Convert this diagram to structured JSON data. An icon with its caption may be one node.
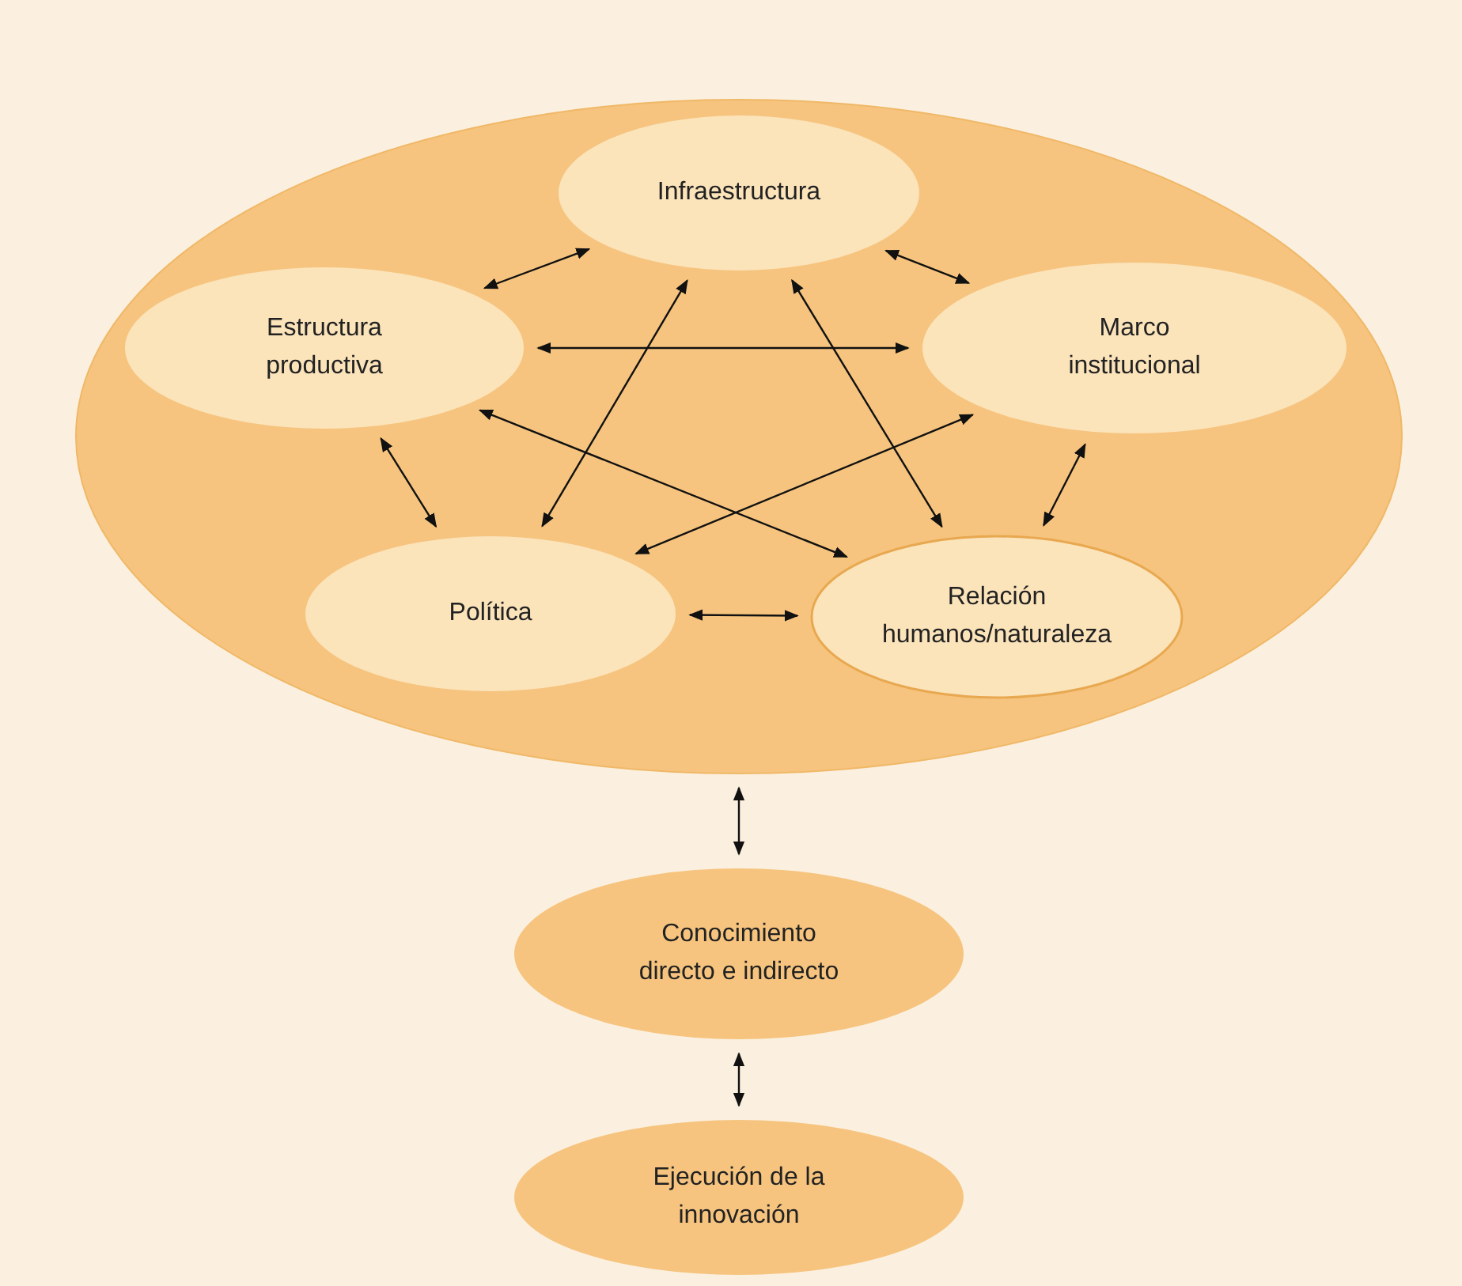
{
  "diagram": {
    "nodes": [
      {
        "text": [],
        "shape": "ellipse"
      },
      {
        "text": [
          "Infraestructura"
        ],
        "in": 0
      },
      {
        "text": [
          "Estructura productiva"
        ],
        "in": 0
      },
      {
        "text": [
          "Marco institucional"
        ],
        "in": 0
      },
      {
        "text": [
          "Política"
        ],
        "in": 0
      },
      {
        "text": [
          "Relación humanos/naturaleza"
        ],
        "in": 0
      },
      {
        "text": [
          "Conocimiento directo e indirecto"
        ]
      },
      {
        "text": [
          "Ejecución de la innovación"
        ]
      }
    ],
    "edges": [
      {
        "from": 1,
        "to": 2,
        "arrow": "both"
      },
      {
        "from": 1,
        "to": 3,
        "arrow": "both"
      },
      {
        "from": 2,
        "to": 3,
        "arrow": "both"
      },
      {
        "from": 2,
        "to": 4,
        "arrow": "both"
      },
      {
        "from": 3,
        "to": 5,
        "arrow": "both"
      },
      {
        "from": 4,
        "to": 5,
        "arrow": "both"
      },
      {
        "from": 1,
        "to": 4,
        "arrow": "both"
      },
      {
        "from": 1,
        "to": 5,
        "arrow": "both"
      },
      {
        "from": 2,
        "to": 5,
        "arrow": "both"
      },
      {
        "from": 3,
        "to": 4,
        "arrow": "both"
      },
      {
        "from": 0,
        "to": 6,
        "arrow": "both"
      },
      {
        "from": 6,
        "to": 7,
        "arrow": "both"
      }
    ]
  }
}
